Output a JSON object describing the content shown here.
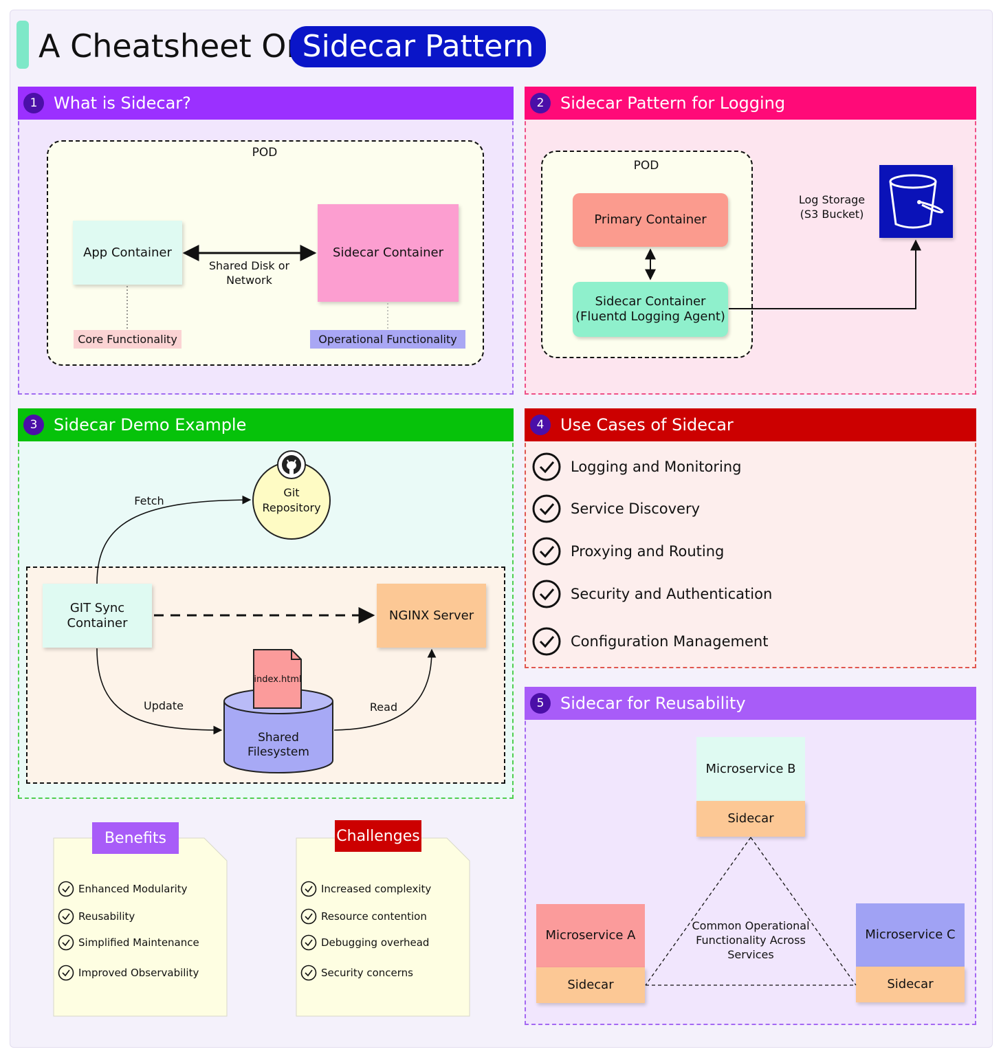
{
  "title": {
    "prefix": "A Cheatsheet On",
    "highlight": "Sidecar Pattern"
  },
  "section1": {
    "number": "1",
    "heading": "What is Sidecar?",
    "pod_label": "POD",
    "app_container": "App Container",
    "sidecar_container": "Sidecar Container",
    "link_label": "Shared Disk or\nNetwork",
    "core_tag": "Core Functionality",
    "operational_tag": "Operational Functionality"
  },
  "section2": {
    "number": "2",
    "heading": "Sidecar Pattern for Logging",
    "pod_label": "POD",
    "primary_container": "Primary Container",
    "sidecar_container": "Sidecar Container\n(Fluentd Logging Agent)",
    "storage_label": "Log Storage\n(S3 Bucket)"
  },
  "section3": {
    "number": "3",
    "heading": "Sidecar Demo Example",
    "git_repo": "Git\nRepository",
    "git_sync": "GIT Sync\nContainer",
    "nginx": "NGINX Server",
    "file_name": "index.html",
    "shared_fs": "Shared\nFilesystem",
    "fetch_label": "Fetch",
    "update_label": "Update",
    "read_label": "Read"
  },
  "section4": {
    "number": "4",
    "heading": "Use Cases of Sidecar",
    "items": [
      "Logging and Monitoring",
      "Service Discovery",
      "Proxying and Routing",
      "Security and Authentication",
      "Configuration Management"
    ]
  },
  "section5": {
    "number": "5",
    "heading": "Sidecar for Reusability",
    "microservice_a": "Microservice A",
    "microservice_b": "Microservice B",
    "microservice_c": "Microservice C",
    "sidecar_label": "Sidecar",
    "center_label": "Common Operational\nFunctionality Across\nServices"
  },
  "benefits": {
    "heading": "Benefits",
    "items": [
      "Enhanced Modularity",
      "Reusability",
      "Simplified Maintenance",
      "Improved Observability"
    ]
  },
  "challenges": {
    "heading": "Challenges",
    "items": [
      "Increased complexity",
      "Resource contention",
      "Debugging overhead",
      "Security concerns"
    ]
  },
  "colors": {
    "section1": "#9b30ff",
    "section2": "#ff0a78",
    "section3": "#06c20a",
    "section4": "#cc0000",
    "section5": "#a85cf8",
    "title_highlight": "#0a15c8",
    "s3_bucket": "#0a12b8"
  },
  "icons": {
    "github": "github-icon",
    "bucket": "s3-bucket-icon",
    "check": "check-circle-icon"
  }
}
